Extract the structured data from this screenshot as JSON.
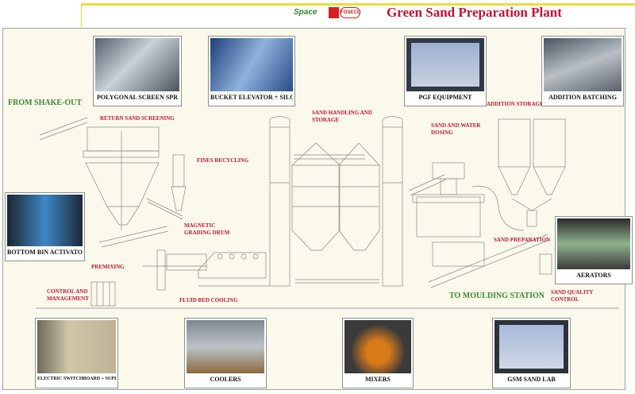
{
  "header": {
    "title": "Green Sand Preparation Plant",
    "logo_left": "Space",
    "logo_right": "FOSECO"
  },
  "photos": {
    "polygonal_screen": "POLYGONAL SCREEN SPR",
    "bucket_elevator": "BUCKET ELEVATOR + SILOS",
    "pgf_equipment": "PGF EQUIPMENT",
    "addition_batching": "ADDITION BATCHING",
    "bottom_bin": "BOTTOM BIN ACTIVATORS",
    "aerators": "AERATORS",
    "switchboard": "ELECTRIC SWITCHBOARD + SUPERVISION",
    "coolers": "COOLERS",
    "mixers": "MIXERS",
    "sand_lab": "GSM SAND LAB"
  },
  "labels": {
    "from_shakeout": "FROM SHAKE-OUT",
    "to_moulding": "TO MOULDING STATION",
    "return_sand": "RETURN SAND SCREENING",
    "fines": "FINES RECYCLING",
    "magnetic": "MAGNETIC\nGRADING DRUM",
    "premixing": "PREMIXING",
    "control": "CONTROL AND\nMANAGEMENT",
    "fluid_bed": "FLUID BED COOLING",
    "sand_handling": "SAND HANDLING AND\nSTORAGE",
    "sand_water": "SAND AND WATER\nDOSING",
    "addition_storage": "ADDITION STORAGE",
    "sand_prep": "SAND PREPARATION",
    "sand_quality": "SAND QUALITY\nCONTROL"
  },
  "colors": {
    "title": "#c8102e",
    "green": "#3a8a2a",
    "yellow": "#f0dc3a"
  }
}
